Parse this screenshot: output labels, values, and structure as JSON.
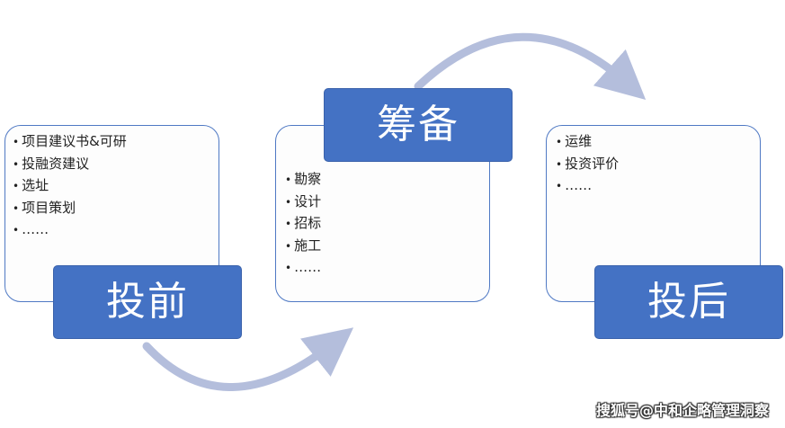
{
  "stages": [
    {
      "label": "投前",
      "items": [
        "项目建议书&可研",
        "投融资建议",
        "选址",
        "项目策划",
        "……"
      ]
    },
    {
      "label": "筹备",
      "items": [
        "勘察",
        "设计",
        "招标",
        "施工",
        "……"
      ]
    },
    {
      "label": "投后",
      "items": [
        "运维",
        "投资评价",
        "……"
      ]
    }
  ],
  "watermark": "搜狐号@中和企略管理洞察",
  "colors": {
    "label_fill": "#4472c4",
    "card_border": "#4f79c4",
    "arrow": "#b4bedc"
  }
}
